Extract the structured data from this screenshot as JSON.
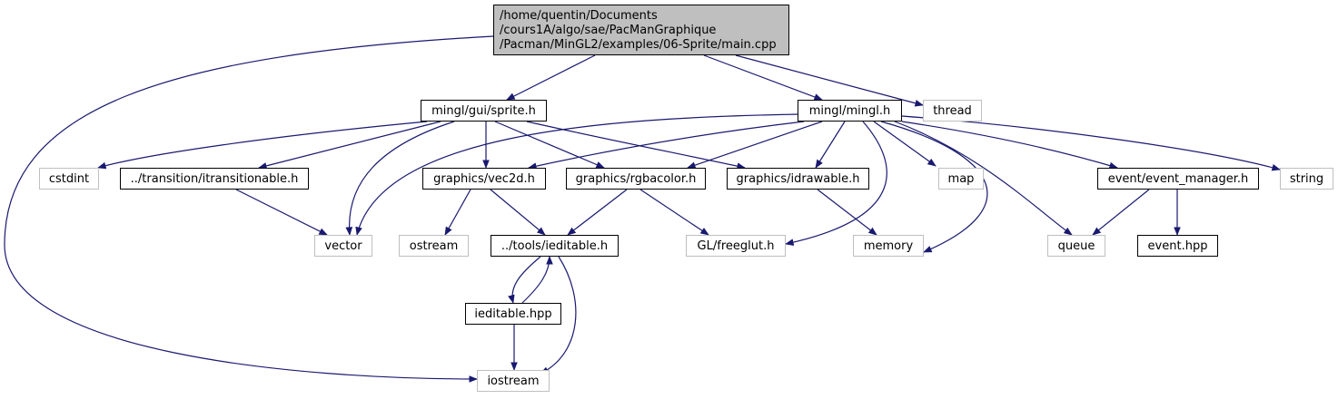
{
  "colors": {
    "edge": "#191970",
    "root_fill": "#bfbfbf",
    "local_border": "#000000",
    "system_border": "#bfbfbf"
  },
  "root": {
    "lines": [
      "/home/quentin/Documents",
      "/cours1A/algo/sae/PacManGraphique",
      "/Pacman/MinGL2/examples/06-Sprite/main.cpp"
    ]
  },
  "nodes": {
    "sprite_h": "mingl/gui/sprite.h",
    "mingl_h": "mingl/mingl.h",
    "thread": "thread",
    "cstdint": "cstdint",
    "itransitionable_h": "../transition/itransitionable.h",
    "vec2d_h": "graphics/vec2d.h",
    "rgbacolor_h": "graphics/rgbacolor.h",
    "idrawable_h": "graphics/idrawable.h",
    "map": "map",
    "event_manager_h": "event/event_manager.h",
    "string": "string",
    "vector": "vector",
    "ostream": "ostream",
    "ieditable_h": "../tools/ieditable.h",
    "freeglut_h": "GL/freeglut.h",
    "memory": "memory",
    "queue": "queue",
    "event_hpp": "event.hpp",
    "ieditable_hpp": "ieditable.hpp",
    "iostream": "iostream"
  },
  "edges": [
    [
      "root",
      "iostream"
    ],
    [
      "root",
      "sprite_h"
    ],
    [
      "root",
      "mingl_h"
    ],
    [
      "root",
      "thread"
    ],
    [
      "sprite_h",
      "cstdint"
    ],
    [
      "sprite_h",
      "itransitionable_h"
    ],
    [
      "sprite_h",
      "vector"
    ],
    [
      "sprite_h",
      "vec2d_h"
    ],
    [
      "sprite_h",
      "rgbacolor_h"
    ],
    [
      "sprite_h",
      "idrawable_h"
    ],
    [
      "mingl_h",
      "vector"
    ],
    [
      "mingl_h",
      "vec2d_h"
    ],
    [
      "mingl_h",
      "rgbacolor_h"
    ],
    [
      "mingl_h",
      "idrawable_h"
    ],
    [
      "mingl_h",
      "freeglut_h"
    ],
    [
      "mingl_h",
      "map"
    ],
    [
      "mingl_h",
      "memory"
    ],
    [
      "mingl_h",
      "queue"
    ],
    [
      "mingl_h",
      "event_manager_h"
    ],
    [
      "mingl_h",
      "string"
    ],
    [
      "itransitionable_h",
      "vector"
    ],
    [
      "vec2d_h",
      "ostream"
    ],
    [
      "vec2d_h",
      "ieditable_h"
    ],
    [
      "rgbacolor_h",
      "ieditable_h"
    ],
    [
      "rgbacolor_h",
      "freeglut_h"
    ],
    [
      "idrawable_h",
      "memory"
    ],
    [
      "event_manager_h",
      "queue"
    ],
    [
      "event_manager_h",
      "event_hpp"
    ],
    [
      "ieditable_h",
      "ieditable_hpp"
    ],
    [
      "ieditable_h",
      "iostream"
    ],
    [
      "ieditable_hpp",
      "ieditable_h"
    ],
    [
      "ieditable_hpp",
      "iostream"
    ]
  ]
}
